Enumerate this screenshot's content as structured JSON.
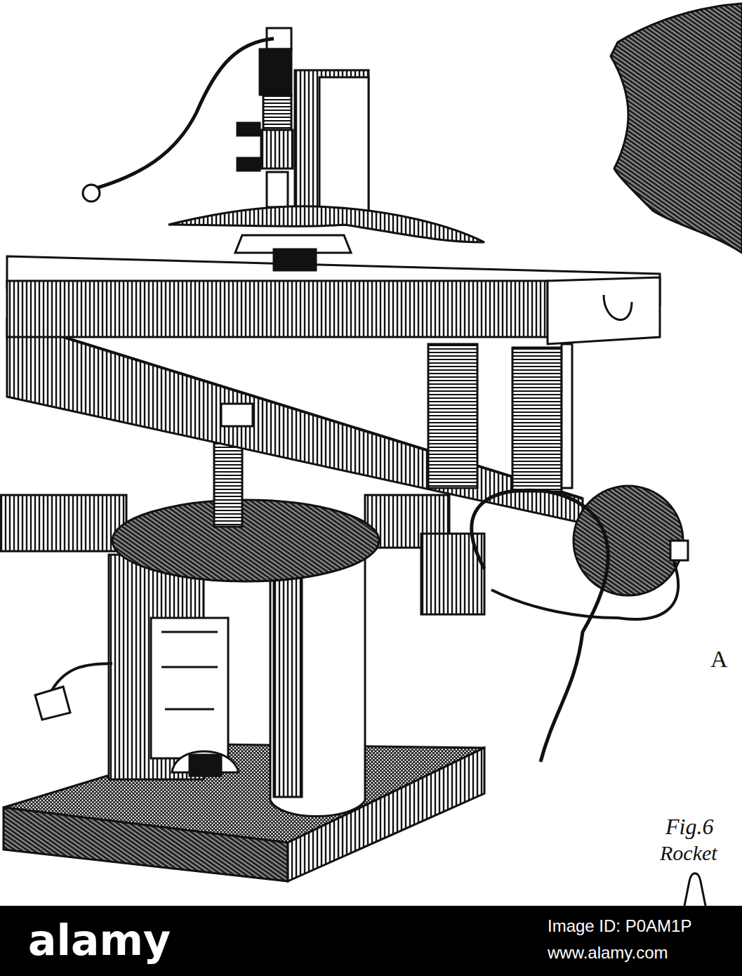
{
  "diagram": {
    "labels": [
      "A",
      "Fig.6",
      "Rocket",
      "alamy",
      "Image ID: P0AM1P",
      "www.alamy.com"
    ]
  }
}
